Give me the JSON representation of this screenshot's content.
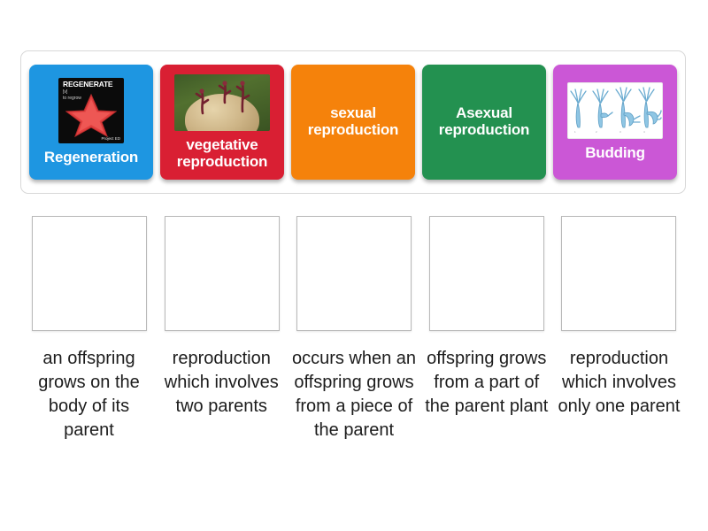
{
  "activity": {
    "type": "match-up-drag-and-drop",
    "background_color": "#ffffff"
  },
  "tiles": [
    {
      "label": "Regeneration",
      "color": "#1e96e1",
      "has_image": true,
      "image_name": "regenerate-starfish-poster",
      "image_caption_title": "REGENERATE",
      "image_caption_pos": "[v]",
      "image_caption_def": "to regrow",
      "image_logo": "Project ED",
      "image_background": "#0b0b0b",
      "starfish_color": "#e83b3b"
    },
    {
      "label": "vegetative\nreproduction",
      "label_line1": "vegetative",
      "label_line2": "reproduction",
      "color": "#d91f33",
      "has_image": true,
      "image_name": "sprouting-potato-photo",
      "sprout_color": "#7a2434",
      "potato_color": "#cdb486",
      "image_background": "#4a6628"
    },
    {
      "label": "sexual\nreproduction",
      "label_line1": "sexual",
      "label_line2": "reproduction",
      "color": "#f5820b",
      "has_image": false
    },
    {
      "label": "Asexual\nreproduction",
      "label_line1": "Asexual",
      "label_line2": "reproduction",
      "color": "#239150",
      "has_image": false
    },
    {
      "label": "Budding",
      "color": "#cb57d6",
      "has_image": true,
      "image_name": "hydra-budding-diagram",
      "hydra_color": "#7fbde0",
      "image_background": "#ffffff"
    }
  ],
  "dropzones": [
    {
      "label": "",
      "name": "dropzone-1"
    },
    {
      "label": "",
      "name": "dropzone-2"
    },
    {
      "label": "",
      "name": "dropzone-3"
    },
    {
      "label": "",
      "name": "dropzone-4"
    },
    {
      "label": "",
      "name": "dropzone-5"
    }
  ],
  "answers": [
    {
      "text": "an offspring grows on the body of its parent"
    },
    {
      "text": "reproduction which involves two parents"
    },
    {
      "text": "occurs when an offspring grows from a piece of the parent"
    },
    {
      "text": "offspring grows from a part of the parent plant"
    },
    {
      "text": "reproduction which involves only one parent"
    }
  ]
}
